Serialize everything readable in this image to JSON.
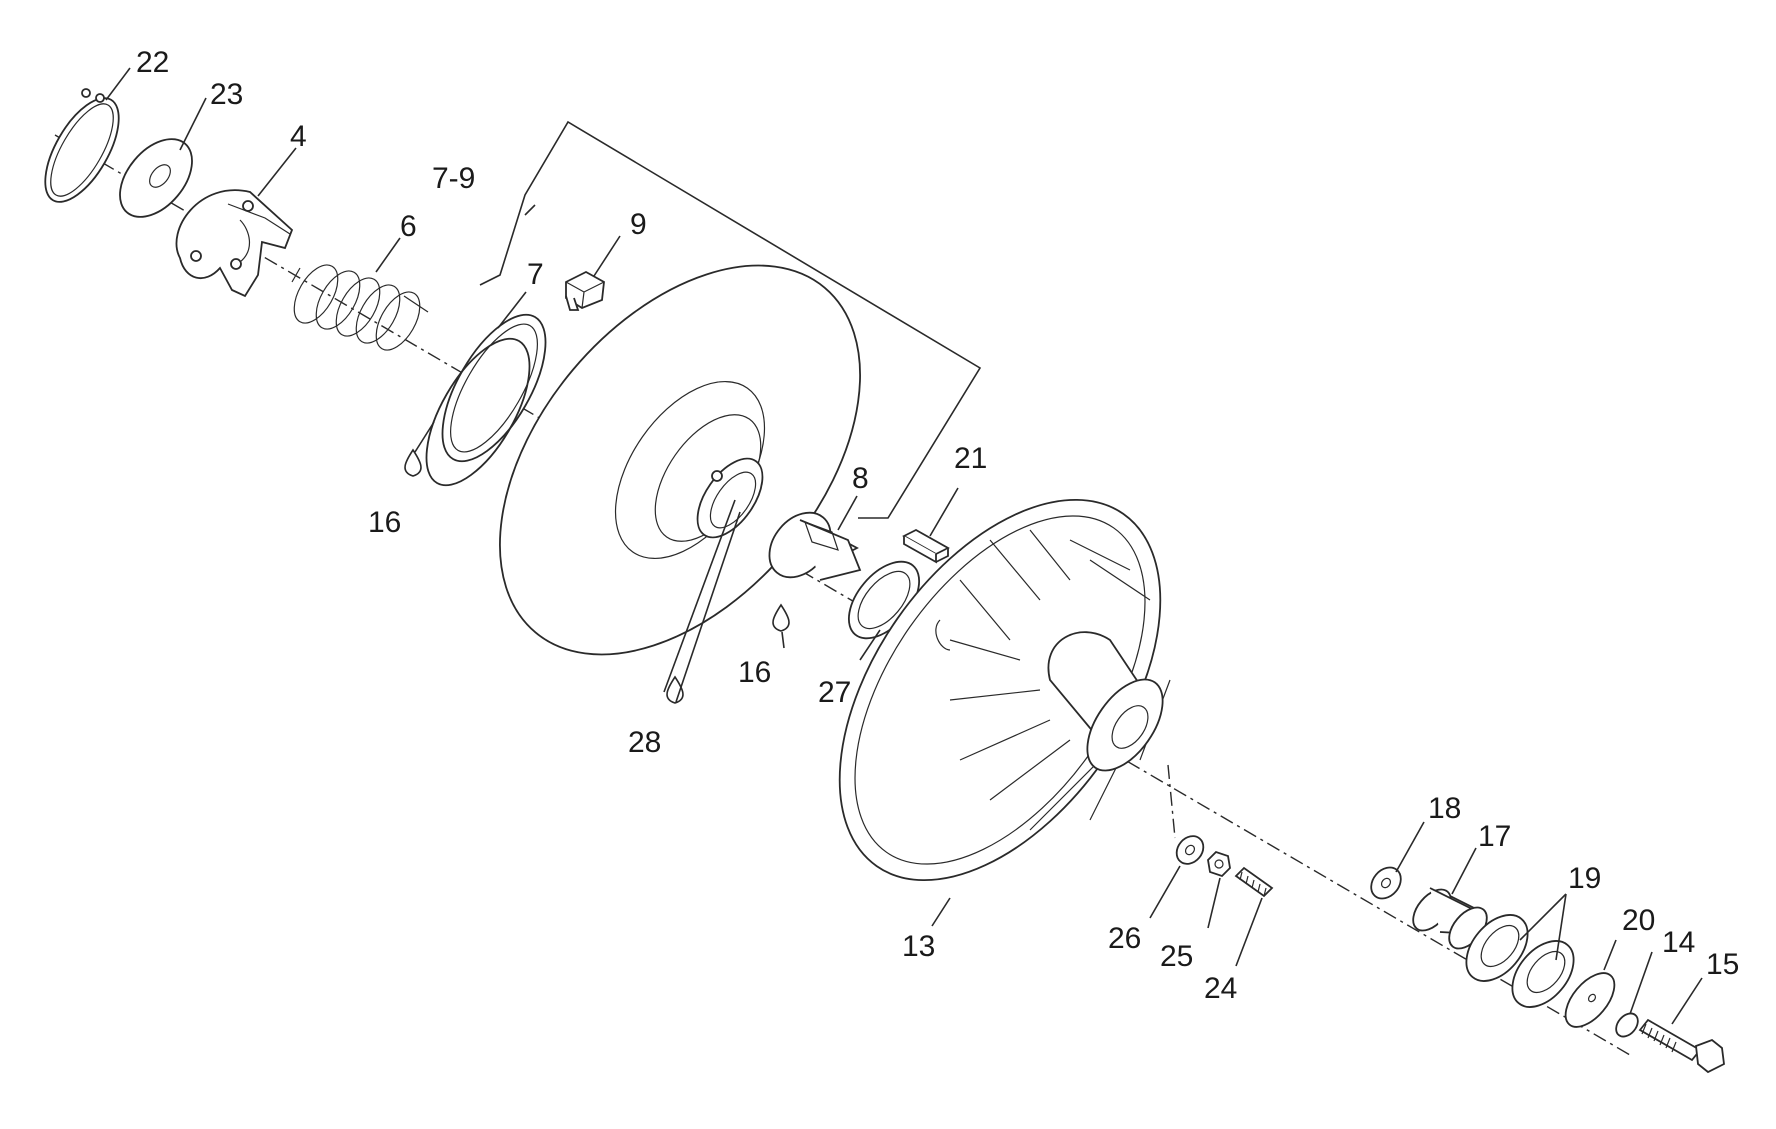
{
  "diagram": {
    "labels": {
      "l22": "22",
      "l23": "23",
      "l4": "4",
      "l79": "7-9",
      "l6": "6",
      "l9": "9",
      "l7": "7",
      "l16a": "16",
      "l8": "8",
      "l21": "21",
      "l16b": "16",
      "l27": "27",
      "l28": "28",
      "l13": "13",
      "l18": "18",
      "l17": "17",
      "l19": "19",
      "l20": "20",
      "l14": "14",
      "l15": "15",
      "l26": "26",
      "l25": "25",
      "l24": "24"
    }
  }
}
